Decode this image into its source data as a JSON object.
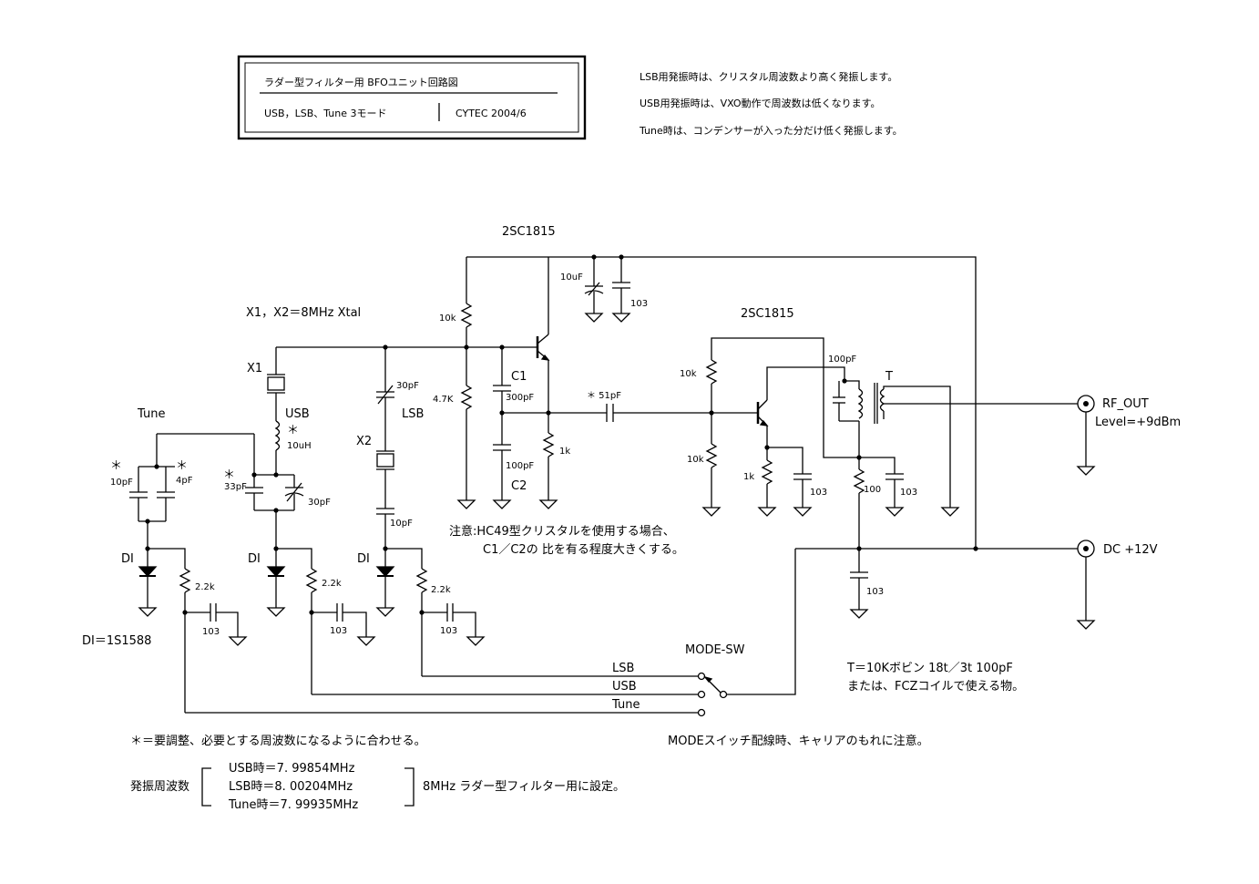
{
  "title_box": {
    "line1": "ラダー型フィルター用 BFOユニット回路図",
    "line2_left": "USB，LSB、Tune 3モード",
    "line2_right": "CYTEC 2004/6"
  },
  "notes_top": [
    "LSB用発振時は、クリスタル周波数より高く発振します。",
    "USB用発振時は、VXO動作で周波数は低くなります。",
    "Tune時は、コンデンサーが入った分だけ低く発振します。"
  ],
  "labels": {
    "q1": "2SC1815",
    "q2": "2SC1815",
    "xtal": "X1，X2＝8MHz Xtal",
    "x1": "X1",
    "x2": "X2",
    "usb": "USB",
    "lsb": "LSB",
    "tune": "Tune",
    "di1": "DI",
    "di2": "DI",
    "di3": "DI",
    "di_def": "DI＝1S1588",
    "r10k_a": "10k",
    "r47k": "4.7K",
    "c10uf": "10uF",
    "c103_top": "103",
    "c1": "C1",
    "c1v": "300pF",
    "c2": "C2",
    "c2v": "100pF",
    "r1k_a": "1k",
    "c51": "＊ 51pF",
    "r10k_b": "10k",
    "r10k_c": "10k",
    "r1k_b": "1k",
    "c103_q2": "103",
    "c100pf_t": "100pF",
    "t": "T",
    "r100": "100",
    "c103_t": "103",
    "c103_dc": "103",
    "rf_out": "RF_OUT",
    "level": "Level=+9dBm",
    "dc": "DC +12V",
    "c30pf_lsb": "30pF",
    "l10uh": "10uH",
    "l_star": "＊",
    "c33": "33pF",
    "c33_star": "＊",
    "c30_vxo": "30pF",
    "c10pf_t": "10pF",
    "c10pf_t_star": "＊",
    "c4pf": "4pF",
    "c4pf_star": "＊",
    "c10pf_x2": "10pF",
    "r22k_1": "2.2k",
    "r22k_2": "2.2k",
    "r22k_3": "2.2k",
    "c103_d1": "103",
    "c103_d2": "103",
    "c103_d3": "103",
    "mode_sw": "MODE-SW",
    "sw_lsb": "LSB",
    "sw_usb": "USB",
    "sw_tune": "Tune",
    "note_hc49_1": "注意:HC49型クリスタルを使用する場合、",
    "note_hc49_2": "C1／C2の 比を有る程度大きくする。",
    "t_note1": "T＝10Kボビン 18t／3t 100pF",
    "t_note2": "または、FCZコイルで使える物。",
    "adjust_note": "＊＝要調整、必要とする周波数になるように合わせる。",
    "mode_note": "MODEスイッチ配線時、キャリアのもれに注意。"
  },
  "freq": {
    "label": "発振周波数",
    "items": [
      "USB時＝7. 99854MHz",
      "LSB時＝8. 00204MHz",
      "Tune時＝7. 99935MHz"
    ],
    "suffix": "8MHz ラダー型フィルター用に設定。"
  }
}
